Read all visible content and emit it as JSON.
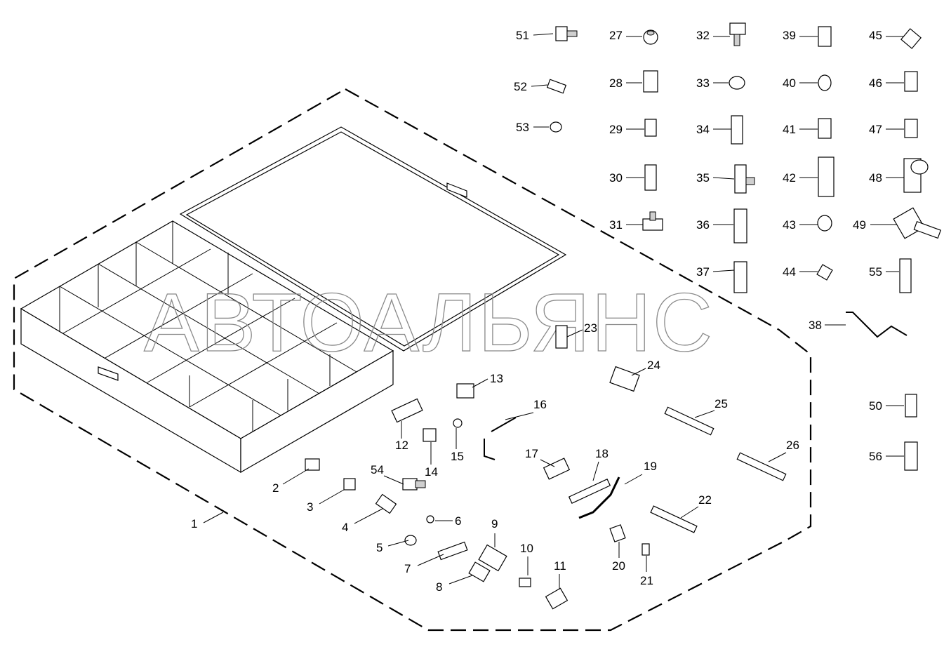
{
  "watermark": "АВТОАЛЬЯНС",
  "labels": [
    "1",
    "2",
    "3",
    "4",
    "5",
    "6",
    "7",
    "8",
    "9",
    "10",
    "11",
    "12",
    "13",
    "14",
    "15",
    "16",
    "17",
    "18",
    "19",
    "20",
    "21",
    "22",
    "23",
    "24",
    "25",
    "26",
    "27",
    "28",
    "29",
    "30",
    "31",
    "32",
    "33",
    "34",
    "35",
    "36",
    "37",
    "38",
    "39",
    "40",
    "41",
    "42",
    "43",
    "44",
    "45",
    "46",
    "47",
    "48",
    "49",
    "50",
    "51",
    "52",
    "53",
    "54",
    "55",
    "56"
  ]
}
